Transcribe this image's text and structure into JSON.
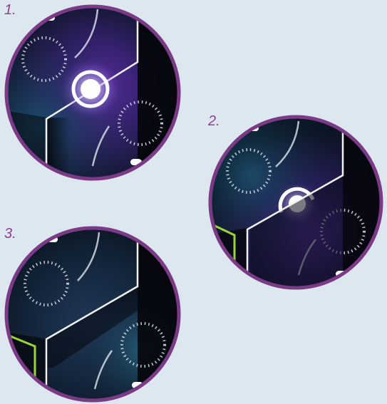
{
  "steps": [
    {
      "label": "1.",
      "state": "orb-at-line-corner"
    },
    {
      "label": "2.",
      "state": "orb-partially-hidden-behind-line"
    },
    {
      "label": "3.",
      "state": "orb-gone"
    }
  ],
  "colors": {
    "background": "#dde7ef",
    "disc_border": "#7b3a86",
    "label_text": "#8e3f91",
    "space_dark": "#06080f",
    "nebula_purple": "#5a2aa0",
    "nebula_teal": "#1a4d6a",
    "line_white": "#f2f2f2",
    "green_wall": "#9ad43a",
    "orb_glow": "#ffffff"
  },
  "icons": [
    "orb-icon",
    "dashed-ring-icon",
    "curved-arc-icon",
    "pill-marker-icon",
    "green-bracket-icon"
  ]
}
